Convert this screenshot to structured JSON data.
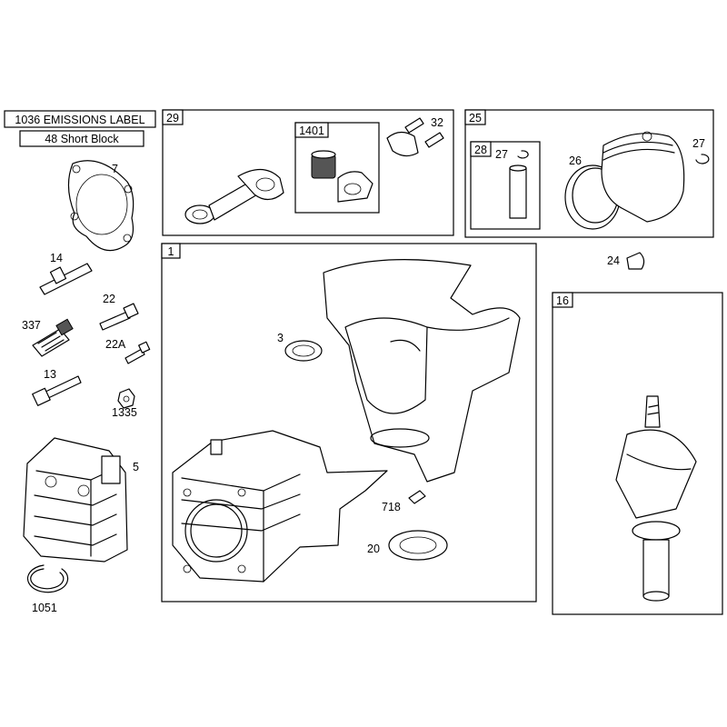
{
  "header": {
    "emissions_label": "1036 EMISSIONS LABEL",
    "short_block": "48 Short Block"
  },
  "boxes": {
    "b29": "29",
    "b1401": "1401",
    "b25": "25",
    "b28": "28",
    "b1": "1",
    "b16": "16"
  },
  "parts": {
    "p7": "7",
    "p14": "14",
    "p22": "22",
    "p337": "337",
    "p22A": "22A",
    "p13": "13",
    "p1335": "1335",
    "p5": "5",
    "p1051": "1051",
    "p32": "32",
    "p27a": "27",
    "p26": "26",
    "p27b": "27",
    "p24": "24",
    "p3": "3",
    "p718": "718",
    "p20": "20"
  }
}
